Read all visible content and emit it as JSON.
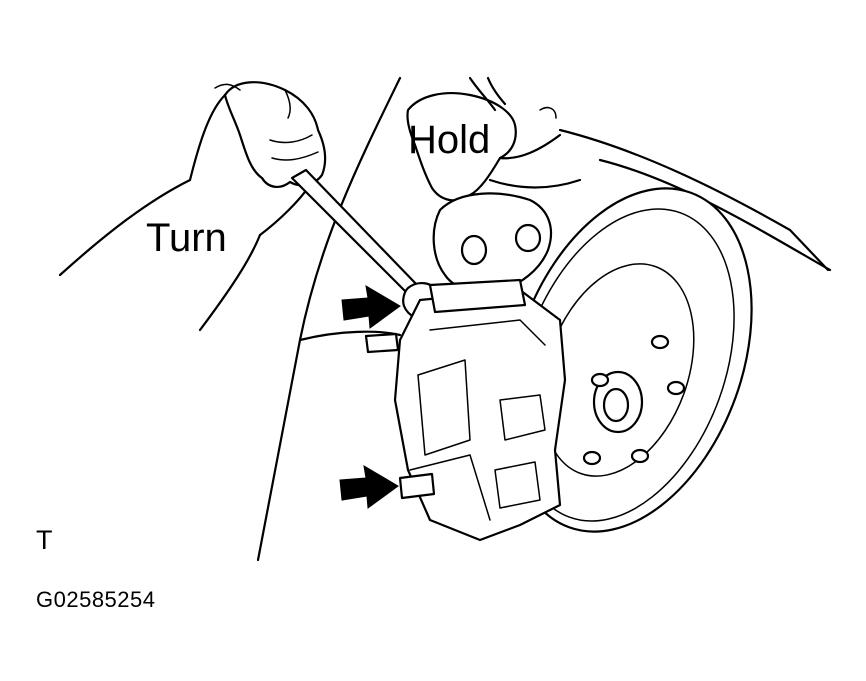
{
  "labels": {
    "hold": "Hold",
    "turn": "Turn",
    "view_marker": "T",
    "figure_code": "G02585254"
  },
  "colors": {
    "line": "#000000",
    "background": "#ffffff"
  },
  "icons": {
    "arrow": "black-arrow-right-icon"
  }
}
